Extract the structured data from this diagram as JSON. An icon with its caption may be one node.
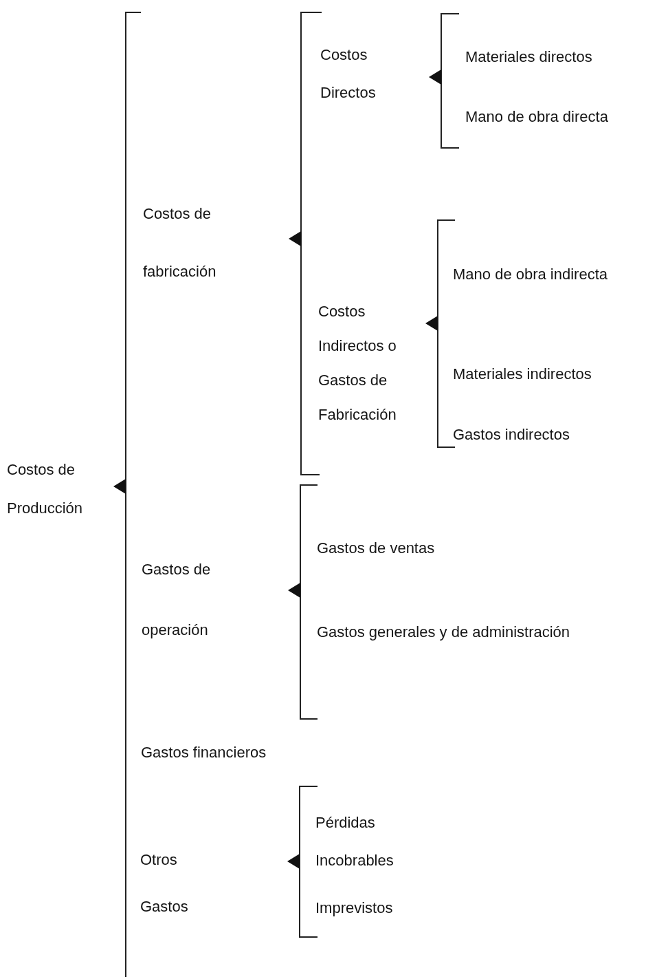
{
  "diagram": {
    "labels": [
      "Costos de Producción",
      "Costos de fabricación",
      "Costos Directos",
      "Materiales directos",
      "Mano de obra directa",
      "Costos Indirectos o Gastos de Fabricación",
      "Mano de obra indirecta",
      "Materiales indirectos",
      "Gastos indirectos",
      "Gastos de operación",
      "Gastos de ventas",
      "Gastos generales y de administración",
      "Gastos financieros",
      "Otros Gastos",
      "Pérdidas",
      "Incobrables",
      "Imprevistos"
    ]
  }
}
